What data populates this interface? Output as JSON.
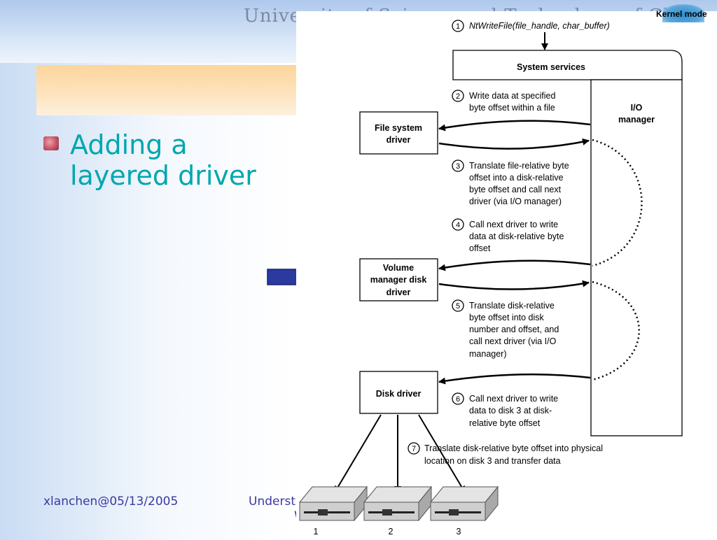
{
  "slide": {
    "header_title": "University of Science and Technology of China",
    "bullet": "Adding a layered driver",
    "footer_left": "xlanchen@05/13/2005",
    "footer_center": "Understanding the Windows OS",
    "footer_center_line2": "W"
  },
  "diagram": {
    "kernel_mode": "Kernel mode",
    "step1_num": "1",
    "step1_text": "NtWriteFile(file_handle, char_buffer)",
    "system_services": "System services",
    "io_manager_line1": "I/O",
    "io_manager_line2": "manager",
    "fs_driver_line1": "File system",
    "fs_driver_line2": "driver",
    "volume_line1": "Volume",
    "volume_line2": "manager disk",
    "volume_line3": "driver",
    "disk_driver": "Disk driver",
    "step2_num": "2",
    "step2_l1": "Write data at specified",
    "step2_l2": "byte offset within a file",
    "step3_num": "3",
    "step3_l1": "Translate file-relative byte",
    "step3_l2": "offset into a disk-relative",
    "step3_l3": "byte offset and call next",
    "step3_l4": "driver (via I/O manager)",
    "step4_num": "4",
    "step4_l1": "Call next driver to write",
    "step4_l2": "data at disk-relative byte",
    "step4_l3": "offset",
    "step5_num": "5",
    "step5_l1": "Translate disk-relative",
    "step5_l2": "byte offset into disk",
    "step5_l3": "number and offset, and",
    "step5_l4": "call next driver (via I/O",
    "step5_l5": "manager)",
    "step6_num": "6",
    "step6_l1": "Call next driver to write",
    "step6_l2": "data to disk 3 at disk-",
    "step6_l3": "relative byte offset",
    "step7_num": "7",
    "step7_l1": "Translate disk-relative byte offset into physical",
    "step7_l2": "location on disk 3 and transfer data",
    "disk1": "1",
    "disk2": "2",
    "disk3": "3"
  },
  "colors": {
    "bullet_text": "#00a7ae",
    "footer_text": "#3a3aa0",
    "arrow_fill": "#2a3a9e"
  }
}
